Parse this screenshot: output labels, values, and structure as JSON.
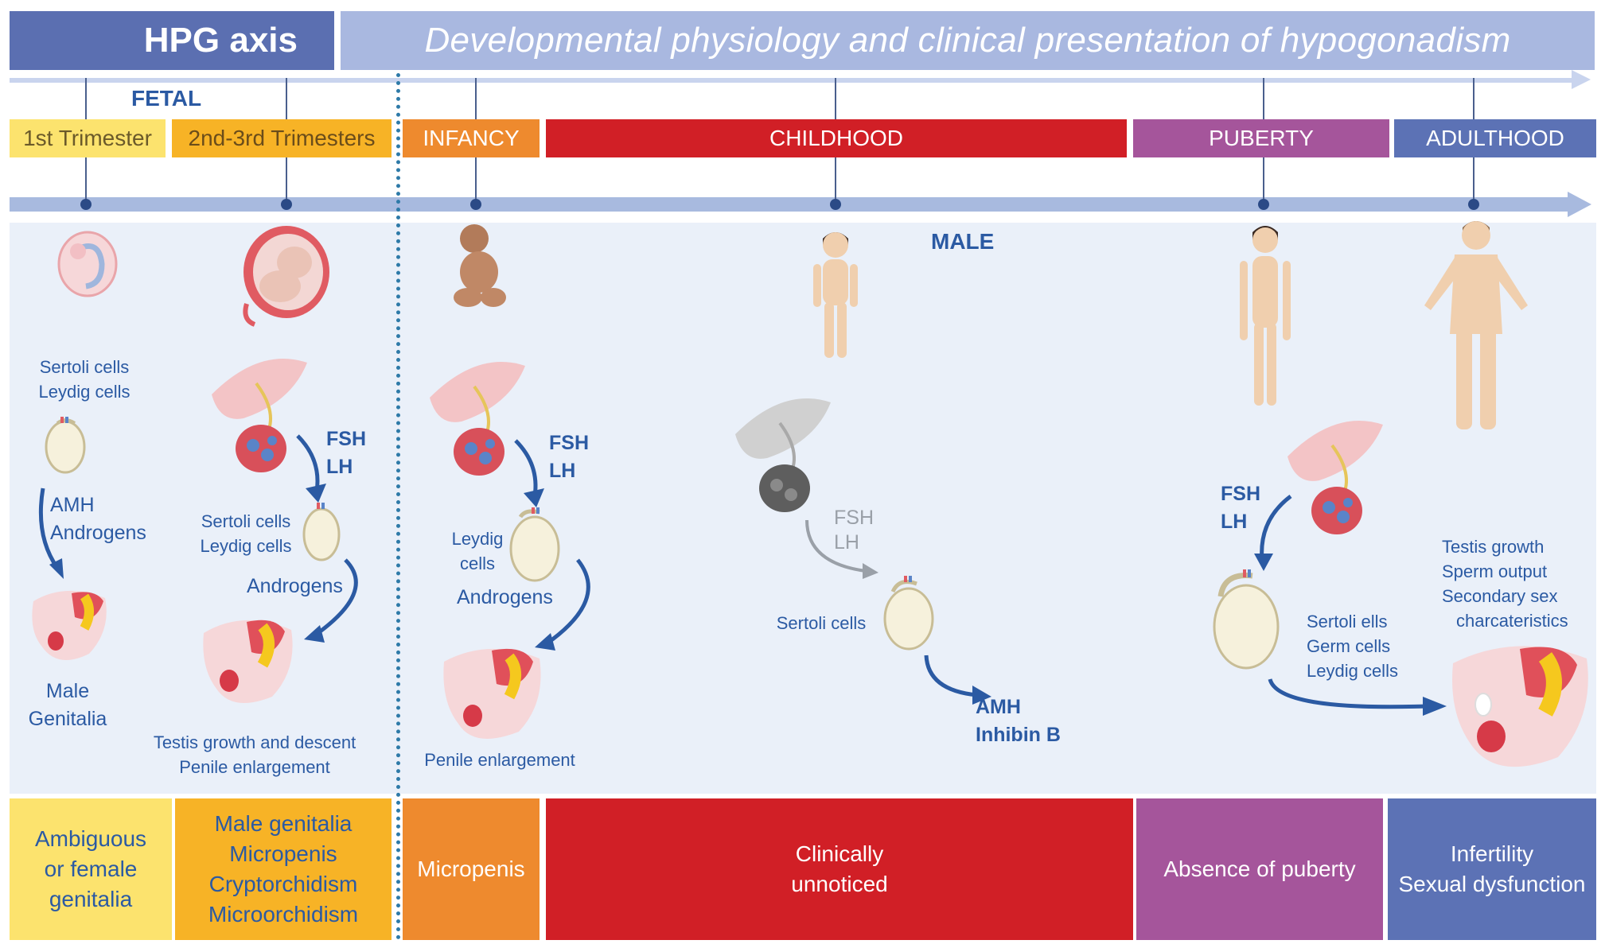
{
  "header": {
    "hpg_axis": "HPG axis",
    "title": "Developmental physiology and  clinical presentation of hypogonadism"
  },
  "timeline": {
    "fetal_label": "FETAL",
    "male_label": "MALE",
    "stages": [
      {
        "label": "1st Trimester",
        "color": "#fce36e",
        "text_color": "#6b5a2a"
      },
      {
        "label": "2nd-3rd Trimesters",
        "color": "#f7b326",
        "text_color": "#6b4d1a"
      },
      {
        "label": "INFANCY",
        "color": "#ee8a2e",
        "text_color": "#ffffff"
      },
      {
        "label": "CHILDHOOD",
        "color": "#d11f26",
        "text_color": "#ffffff"
      },
      {
        "label": "PUBERTY",
        "color": "#a5559b",
        "text_color": "#ffffff"
      },
      {
        "label": "ADULTHOOD",
        "color": "#5c72b5",
        "text_color": "#ffffff"
      }
    ]
  },
  "col1": {
    "cells_1": "Sertoli cells",
    "cells_2": "Leydig cells",
    "hormones_1": "AMH",
    "hormones_2": "Androgens",
    "result_1": "Male",
    "result_2": "Genitalia"
  },
  "col2": {
    "fsh": "FSH",
    "lh": "LH",
    "cells_1": "Sertoli cells",
    "cells_2": "Leydig cells",
    "androgens": "Androgens",
    "result_1": "Testis growth and descent",
    "result_2": "Penile enlargement"
  },
  "col3": {
    "fsh": "FSH",
    "lh": "LH",
    "cells_1": "Leydig",
    "cells_2": "cells",
    "androgens": "Androgens",
    "result": "Penile enlargement"
  },
  "col4": {
    "fsh": "FSH",
    "lh": "LH",
    "cells": "Sertoli cells",
    "hormone_1": "AMH",
    "hormone_2": "Inhibin B"
  },
  "col5": {
    "fsh": "FSH",
    "lh": "LH",
    "cells_1": "Sertoli ells",
    "cells_2": "Germ cells",
    "cells_3": "Leydig cells"
  },
  "col6": {
    "effect_1": "Testis growth",
    "effect_2": "Sperm output",
    "effect_3": "Secondary  sex",
    "effect_4": "charcateristics"
  },
  "outcomes": {
    "o1": [
      "Ambiguous",
      "or female",
      "genitalia"
    ],
    "o2": [
      "Male genitalia",
      "Micropenis",
      "Cryptorchidism",
      "Microorchidism"
    ],
    "o3": [
      "Micropenis"
    ],
    "o4": [
      "Clinically",
      "unnoticed"
    ],
    "o5": [
      "Absence of puberty"
    ],
    "o6": [
      "Infertility",
      "Sexual dysfunction"
    ]
  }
}
